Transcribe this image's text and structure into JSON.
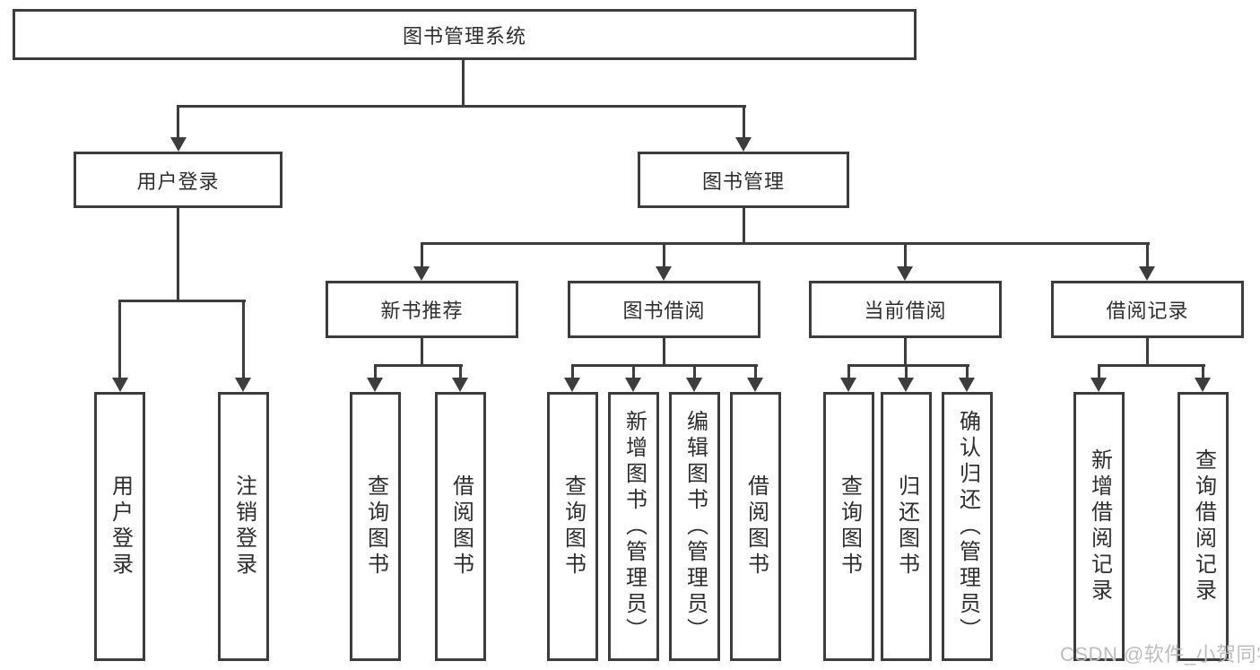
{
  "diagram": {
    "root": {
      "label": "图书管理系统"
    },
    "level2": [
      {
        "label": "用户登录",
        "children": [
          {
            "label": "用户登录"
          },
          {
            "label": "注销登录"
          }
        ]
      },
      {
        "label": "图书管理",
        "children": [
          {
            "label": "新书推荐",
            "children": [
              {
                "label": "查询图书"
              },
              {
                "label": "借阅图书"
              }
            ]
          },
          {
            "label": "图书借阅",
            "children": [
              {
                "label": "查询图书"
              },
              {
                "label": "新增图书（管理员）"
              },
              {
                "label": "编辑图书（管理员）"
              },
              {
                "label": "借阅图书"
              }
            ]
          },
          {
            "label": "当前借阅",
            "children": [
              {
                "label": "查询图书"
              },
              {
                "label": "归还图书"
              },
              {
                "label": "确认归还（管理员）"
              }
            ]
          },
          {
            "label": "借阅记录",
            "children": [
              {
                "label": "新增借阅记录"
              },
              {
                "label": "查询借阅记录"
              }
            ]
          }
        ]
      }
    ]
  },
  "watermark": {
    "text": "CSDN @软件_小贺同学"
  },
  "colors": {
    "line": "#3d3d3d",
    "text": "#2e2e2e",
    "watermark": "#bdbdbd",
    "background": "#ffffff"
  }
}
